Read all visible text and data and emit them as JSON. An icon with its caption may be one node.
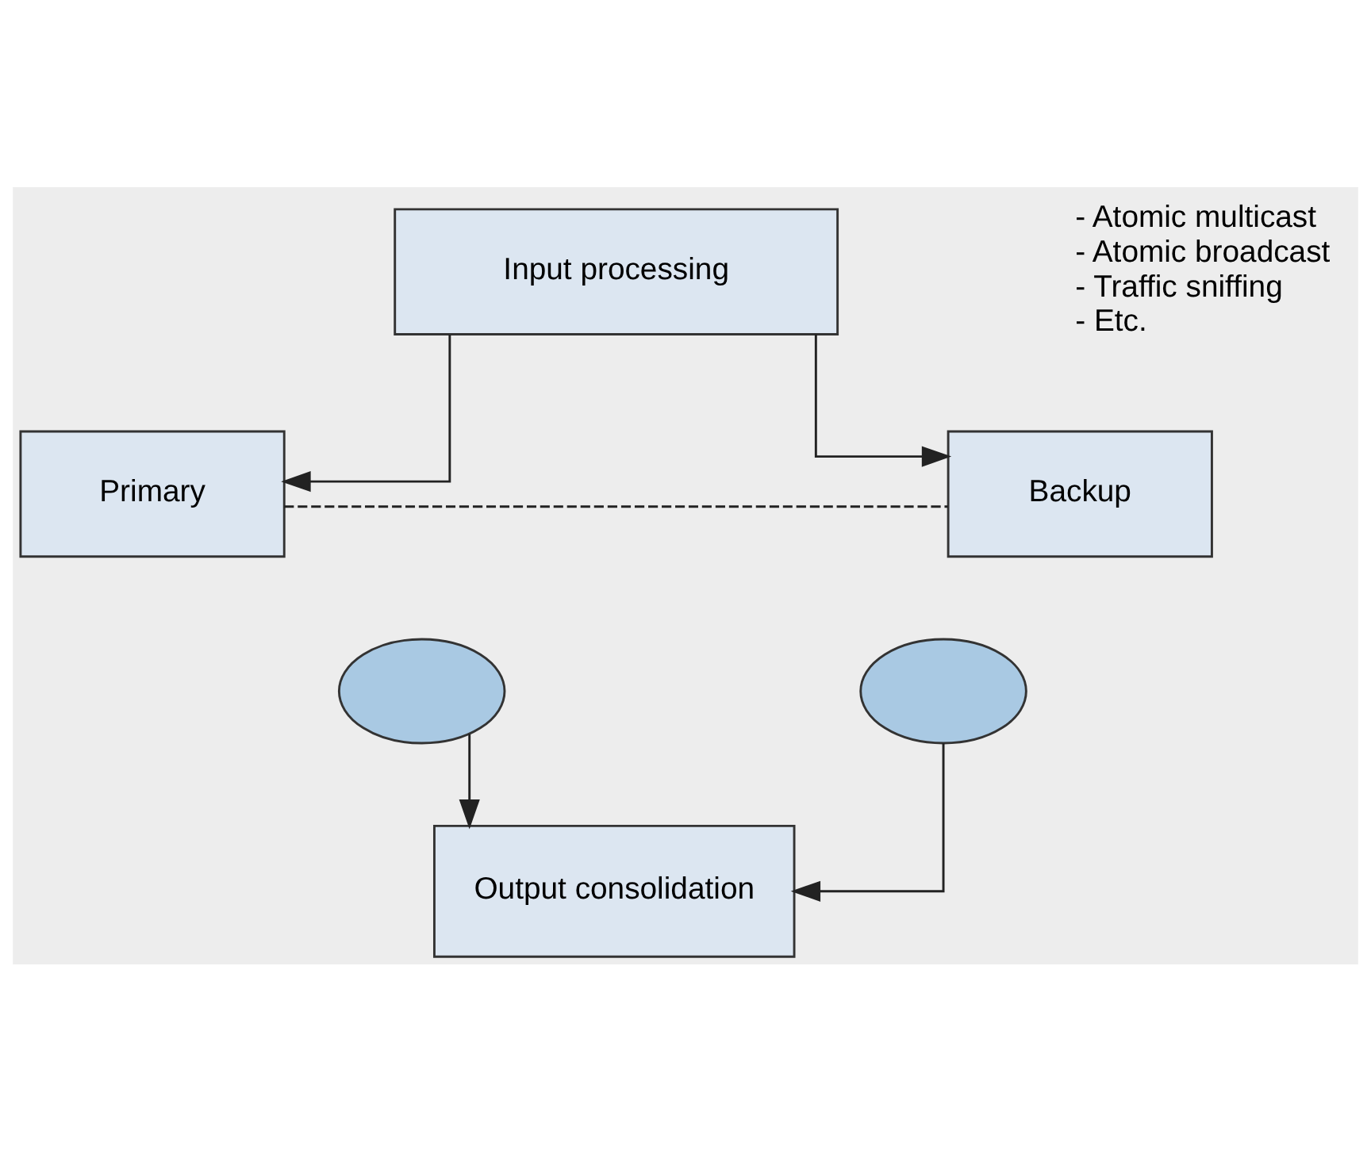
{
  "diagram": {
    "nodes": [
      {
        "text": [
          "Input processing"
        ],
        "beside": [
          "- Atomic multicast",
          "- Atomic broadcast",
          "- Traffic sniffing",
          "- Etc."
        ]
      },
      {
        "text": [
          "Primary"
        ]
      },
      {
        "text": [
          "Backup"
        ]
      },
      {
        "text": [],
        "shape": "ellipse"
      },
      {
        "text": [],
        "shape": "ellipse"
      },
      {
        "text": [
          "Output consolidation"
        ]
      }
    ],
    "edges": [
      {
        "from": 0,
        "to": 1,
        "arrow": "to"
      },
      {
        "from": 0,
        "to": 2,
        "arrow": "to"
      },
      {
        "from": 1,
        "to": 2,
        "arrow": "none",
        "style": "dashed"
      },
      {
        "from": 3,
        "to": 5,
        "arrow": "to"
      },
      {
        "from": 4,
        "to": 5,
        "arrow": "to"
      }
    ]
  }
}
